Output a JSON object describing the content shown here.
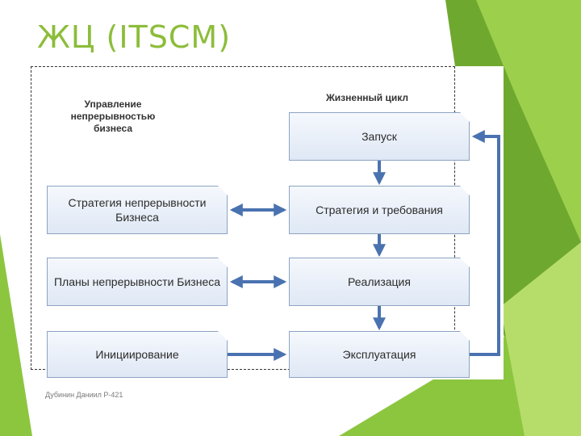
{
  "title": "ЖЦ (ITSCM)",
  "left_header": "Управление непрерывностью бизнеса",
  "right_header": "Жизненный цикл",
  "left_boxes": [
    "Стратегия непрерывности Бизнеса",
    "Планы непрерывности Бизнеса",
    "Инициирование"
  ],
  "right_boxes": [
    "Запуск",
    "Стратегия и требования",
    "Реализация",
    "Эксплуатация"
  ],
  "author": "Дубинин Даниил Р-421",
  "colors": {
    "title": "#8cbd3a",
    "arrow": "#4a72b0",
    "box_border": "#8ea3c2",
    "decor_green": "#8cc63f"
  }
}
